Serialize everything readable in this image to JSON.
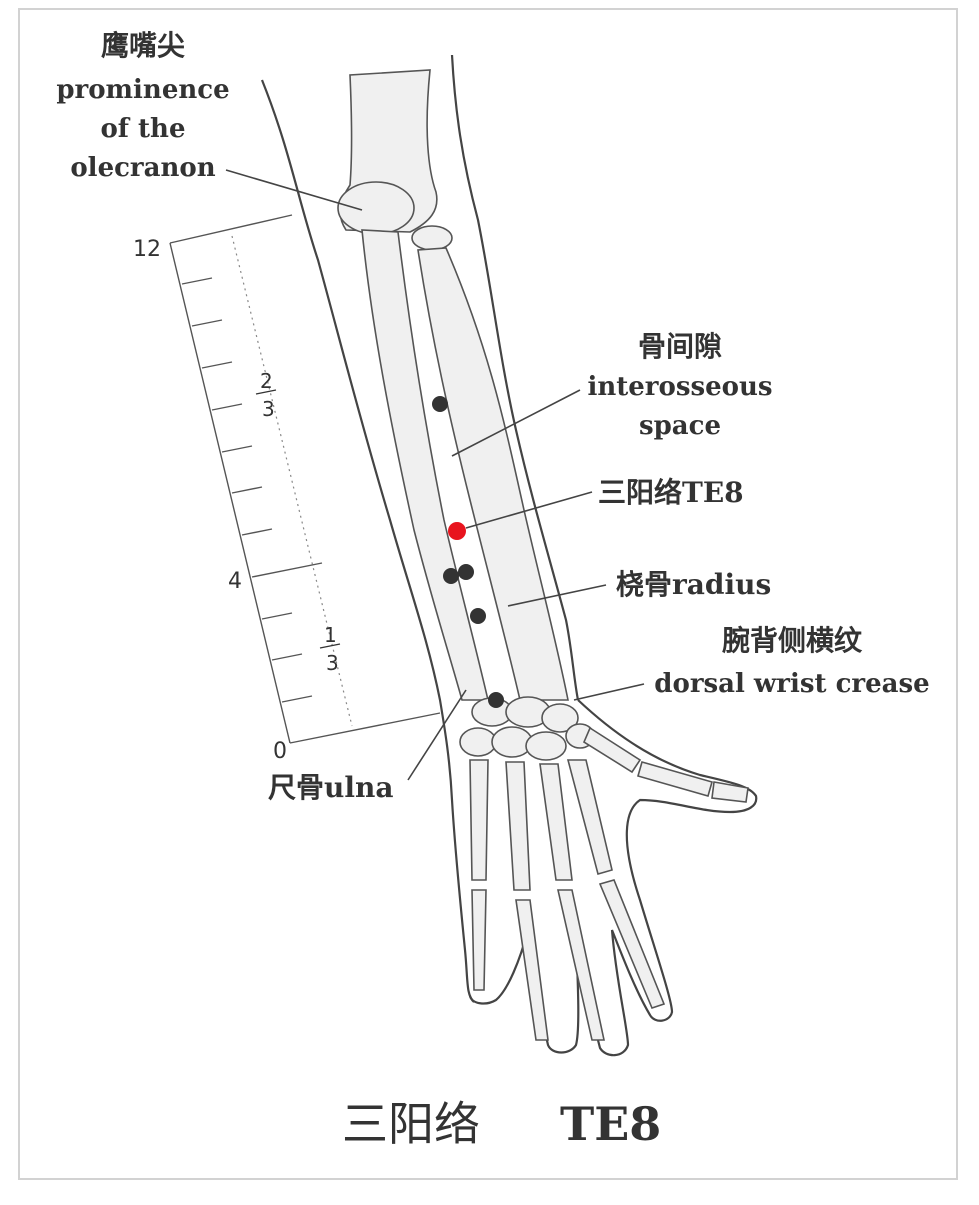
{
  "labels": {
    "olecranon_zh": "鹰嘴尖",
    "olecranon_en": [
      "prominence",
      "of the",
      "olecranon"
    ],
    "interosseous_zh": "骨间隙",
    "interosseous_en": [
      "interosseous",
      "space"
    ],
    "point_zh": "三阳络TE8",
    "radius_zh": "桡骨radius",
    "wrist_zh": "腕背侧横纹",
    "wrist_en": "dorsal wrist crease",
    "ulna_zh": "尺骨ulna"
  },
  "scale": {
    "top": "12",
    "mid": "4",
    "bottom": "0",
    "upper_fraction": {
      "num": "2",
      "den": "3"
    },
    "lower_fraction": {
      "num": "1",
      "den": "3"
    }
  },
  "title": {
    "zh": "三阳络",
    "en": "TE8"
  },
  "colors": {
    "highlight": "#e8141e",
    "point": "#333333",
    "ink": "#333333"
  }
}
